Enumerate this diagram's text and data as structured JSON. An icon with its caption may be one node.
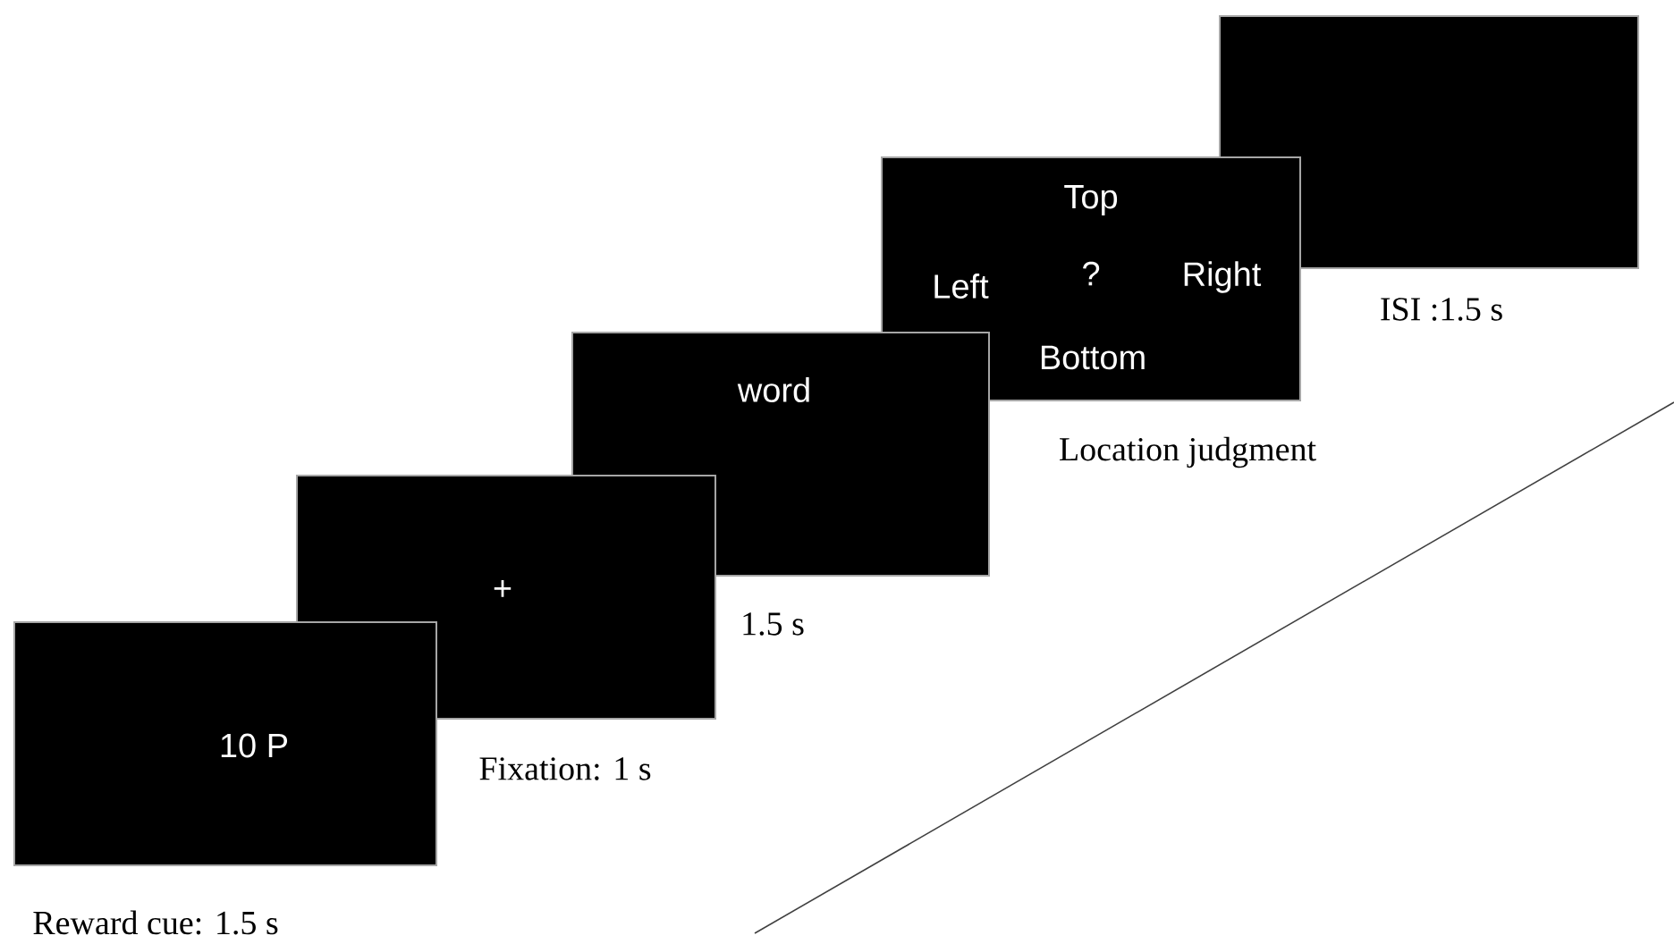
{
  "diagram": {
    "nodes": [
      {
        "text": [
          "10 P"
        ],
        "beside": [
          "Reward cue: 1.5 s"
        ]
      },
      {
        "text": [
          "+"
        ],
        "beside": [
          "Fixation: 1 s"
        ]
      },
      {
        "text": [
          "word"
        ],
        "beside": [
          "1.5 s"
        ]
      },
      {
        "text": [
          "Top",
          "Left",
          "?",
          "Right",
          "Bottom"
        ],
        "beside": [
          "Location judgment"
        ]
      },
      {
        "text": [],
        "shape": "box",
        "beside": [
          "ISI :1.5 s"
        ]
      }
    ]
  }
}
